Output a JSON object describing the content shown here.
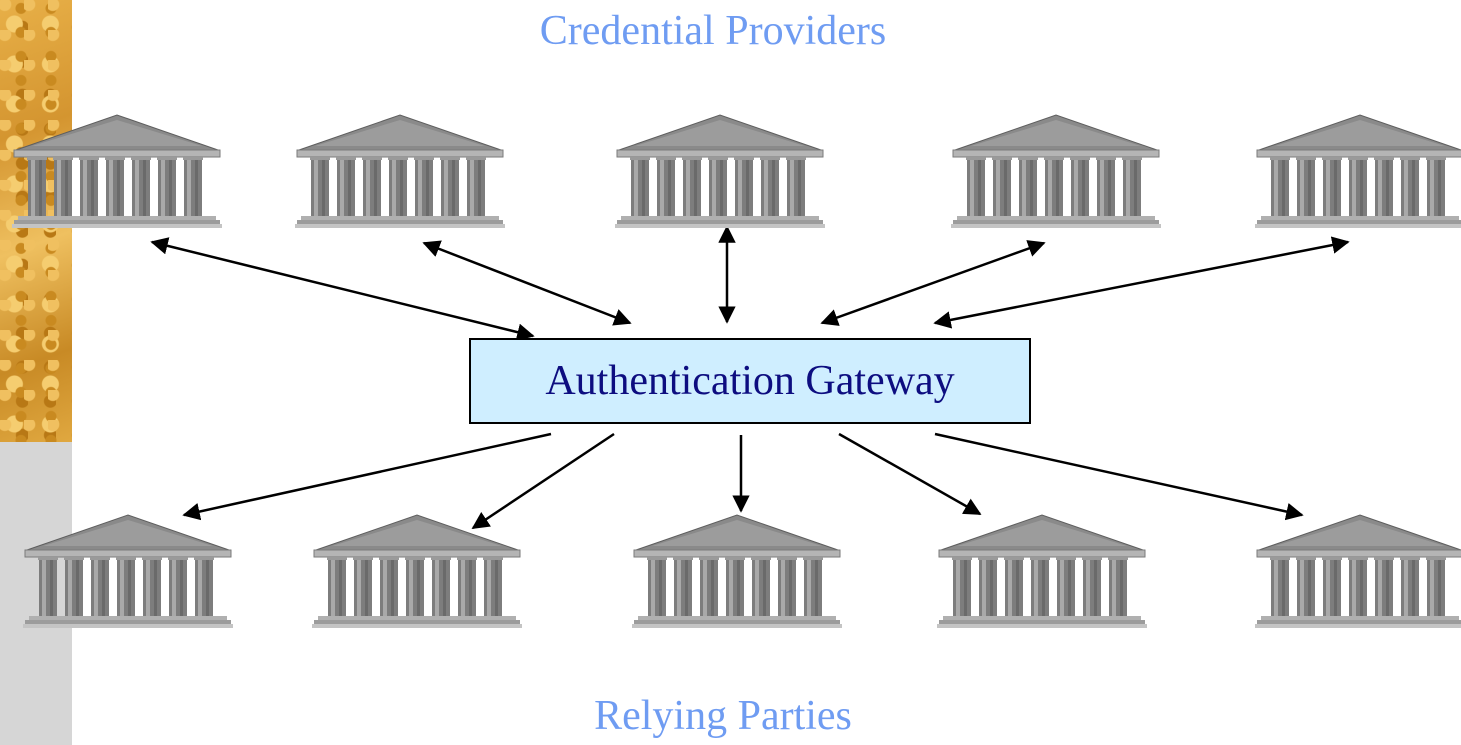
{
  "diagram": {
    "top_group_label": "Credential Providers",
    "bottom_group_label": "Relying Parties",
    "center_node_label": "Authentication Gateway",
    "icon": "bank-building-icon",
    "colors": {
      "group_label": "#6f9cf2",
      "center_fill": "#cfeeff",
      "center_text": "#0d0d80",
      "building": "#8a8a8a"
    }
  }
}
